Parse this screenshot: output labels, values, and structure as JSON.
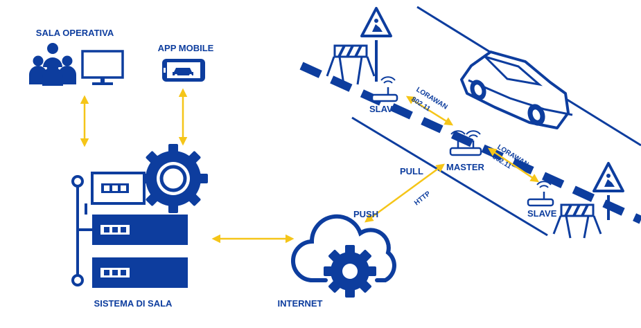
{
  "labels": {
    "sala_operativa": "SALA OPERATIVA",
    "app_mobile": "APP MOBILE",
    "sistema_di_sala": "SISTEMA DI SALA",
    "internet": "INTERNET",
    "pull": "PULL",
    "push": "PUSH",
    "http": "HTTP",
    "master": "MASTER",
    "slave_top": "SLAVE",
    "slave_bottom": "SLAVE",
    "lorawan_top": "LORAWAN",
    "proto_top": "802.11",
    "lorawan_bottom": "LORAWAN",
    "proto_bottom": "802.11"
  },
  "icons": {
    "people": "group-icon",
    "monitor": "monitor-icon",
    "phone": "smartphone-car-icon",
    "server": "server-gear-icon",
    "cloud": "cloud-gear-icon",
    "car": "car-icon",
    "router": "router-icon",
    "roadwork": "roadwork-sign-icon",
    "barrier": "barrier-icon"
  },
  "colors": {
    "primary": "#0d3d9e",
    "arrow": "#f5c518"
  }
}
